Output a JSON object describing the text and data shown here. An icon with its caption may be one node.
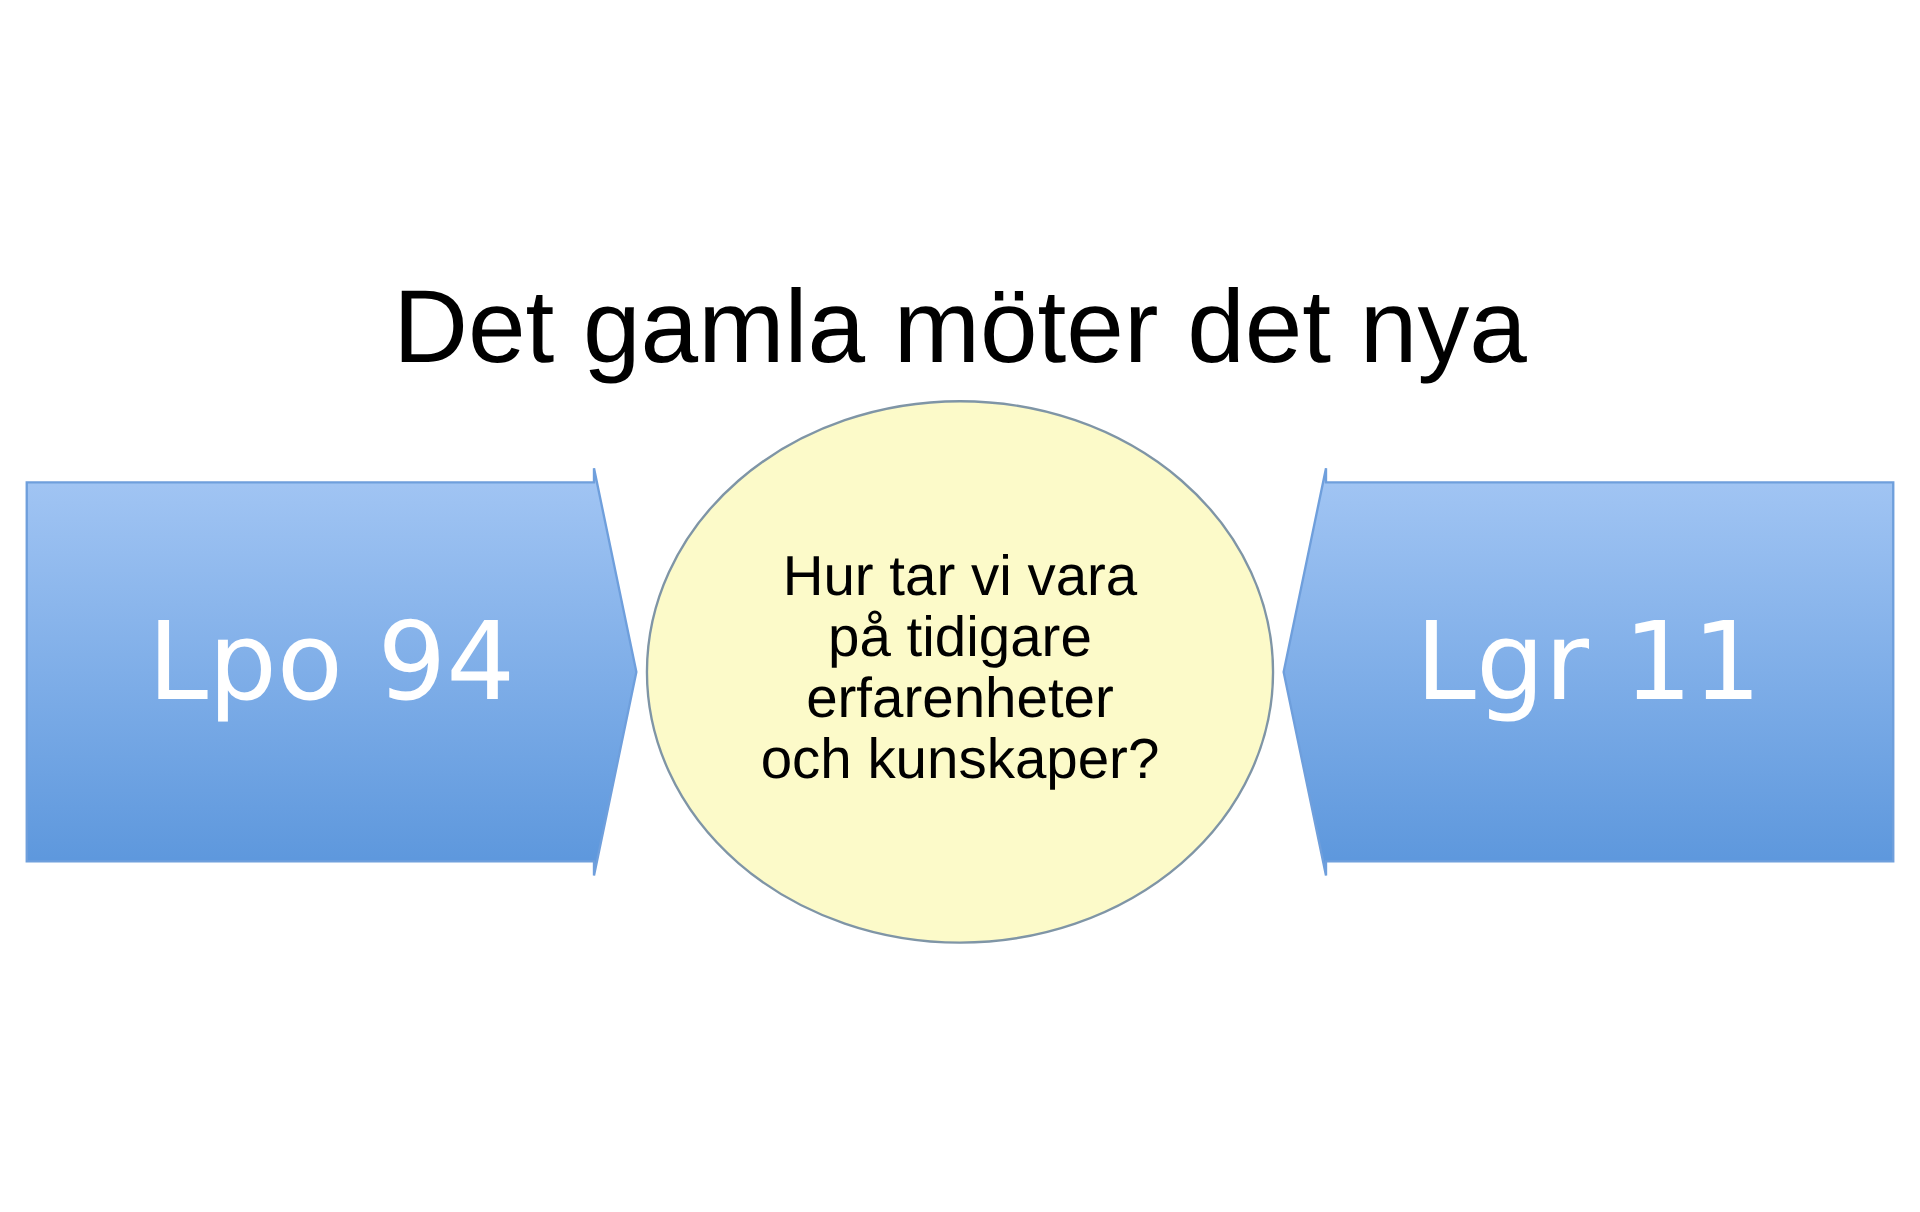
{
  "diagram": {
    "title": "Det gamla möter det nya",
    "nodes": [
      {
        "text": [
          "Lpo 94"
        ]
      },
      {
        "text": [
          "Hur tar vi vara på tidigare erfarenheter och kunskaper?"
        ]
      },
      {
        "text": [
          "Lgr 11"
        ]
      }
    ]
  }
}
